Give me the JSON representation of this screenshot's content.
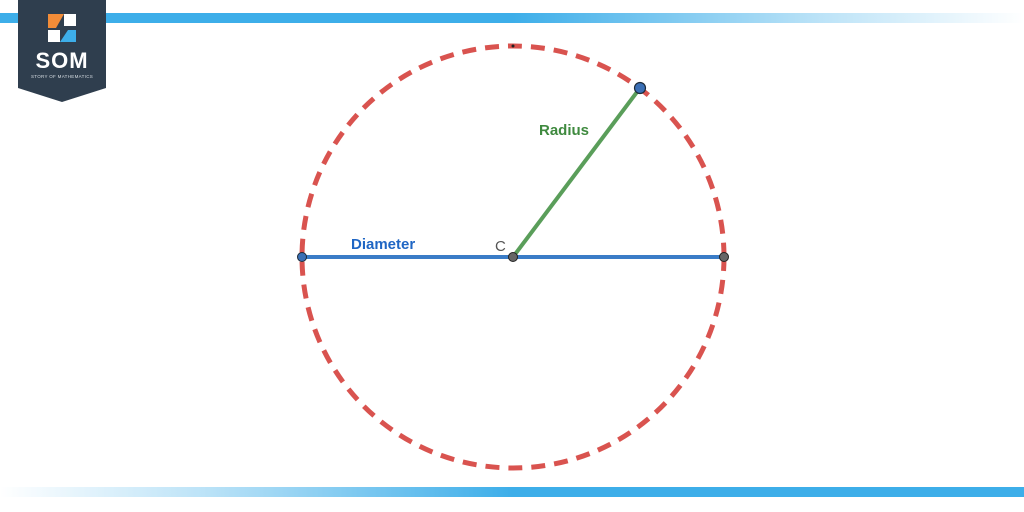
{
  "brand": {
    "name": "SOM",
    "tagline": "STORY OF MATHEMATICS"
  },
  "diagram": {
    "center_label": "C",
    "diameter_label": "Diameter",
    "radius_label": "Radius"
  },
  "colors": {
    "circle": "#d9534f",
    "diameter": "#3a7cc7",
    "radius": "#5a9e5a",
    "diameter_text": "#1f66c4",
    "radius_text": "#3f8a3f",
    "band": "#3daee9",
    "logo_bg": "#2f3e4e"
  }
}
